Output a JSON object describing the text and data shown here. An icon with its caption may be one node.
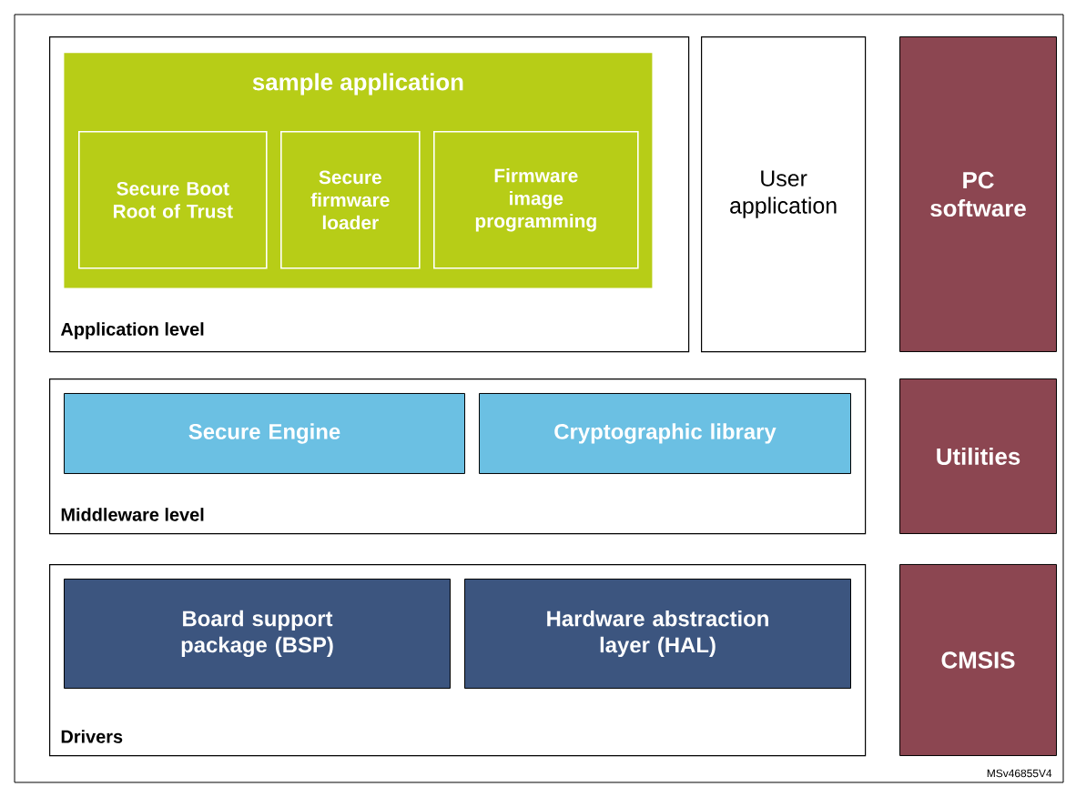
{
  "diagram": {
    "nodes": [
      {
        "text": [
          "Application level"
        ]
      },
      {
        "text": [
          "sample application"
        ],
        "in": 0
      },
      {
        "text": [
          "Secure Boot Root of Trust"
        ],
        "in": 1
      },
      {
        "text": [
          "Secure firmware loader"
        ],
        "in": 1
      },
      {
        "text": [
          "Firmware image programming"
        ],
        "in": 1
      },
      {
        "text": [
          "User application"
        ]
      },
      {
        "text": [
          "PC software"
        ]
      },
      {
        "text": [
          "Middleware level"
        ]
      },
      {
        "text": [
          "Secure Engine"
        ],
        "in": 7
      },
      {
        "text": [
          "Cryptographic library"
        ],
        "in": 7
      },
      {
        "text": [
          "Utilities"
        ]
      },
      {
        "text": [
          "Drivers"
        ]
      },
      {
        "text": [
          "Board support package (BSP)"
        ],
        "in": 11
      },
      {
        "text": [
          "Hardware abstraction layer (HAL)"
        ],
        "in": 11
      },
      {
        "text": [
          "CMSIS"
        ]
      }
    ],
    "edges": [],
    "labels": [
      "MSv46855V4"
    ]
  }
}
